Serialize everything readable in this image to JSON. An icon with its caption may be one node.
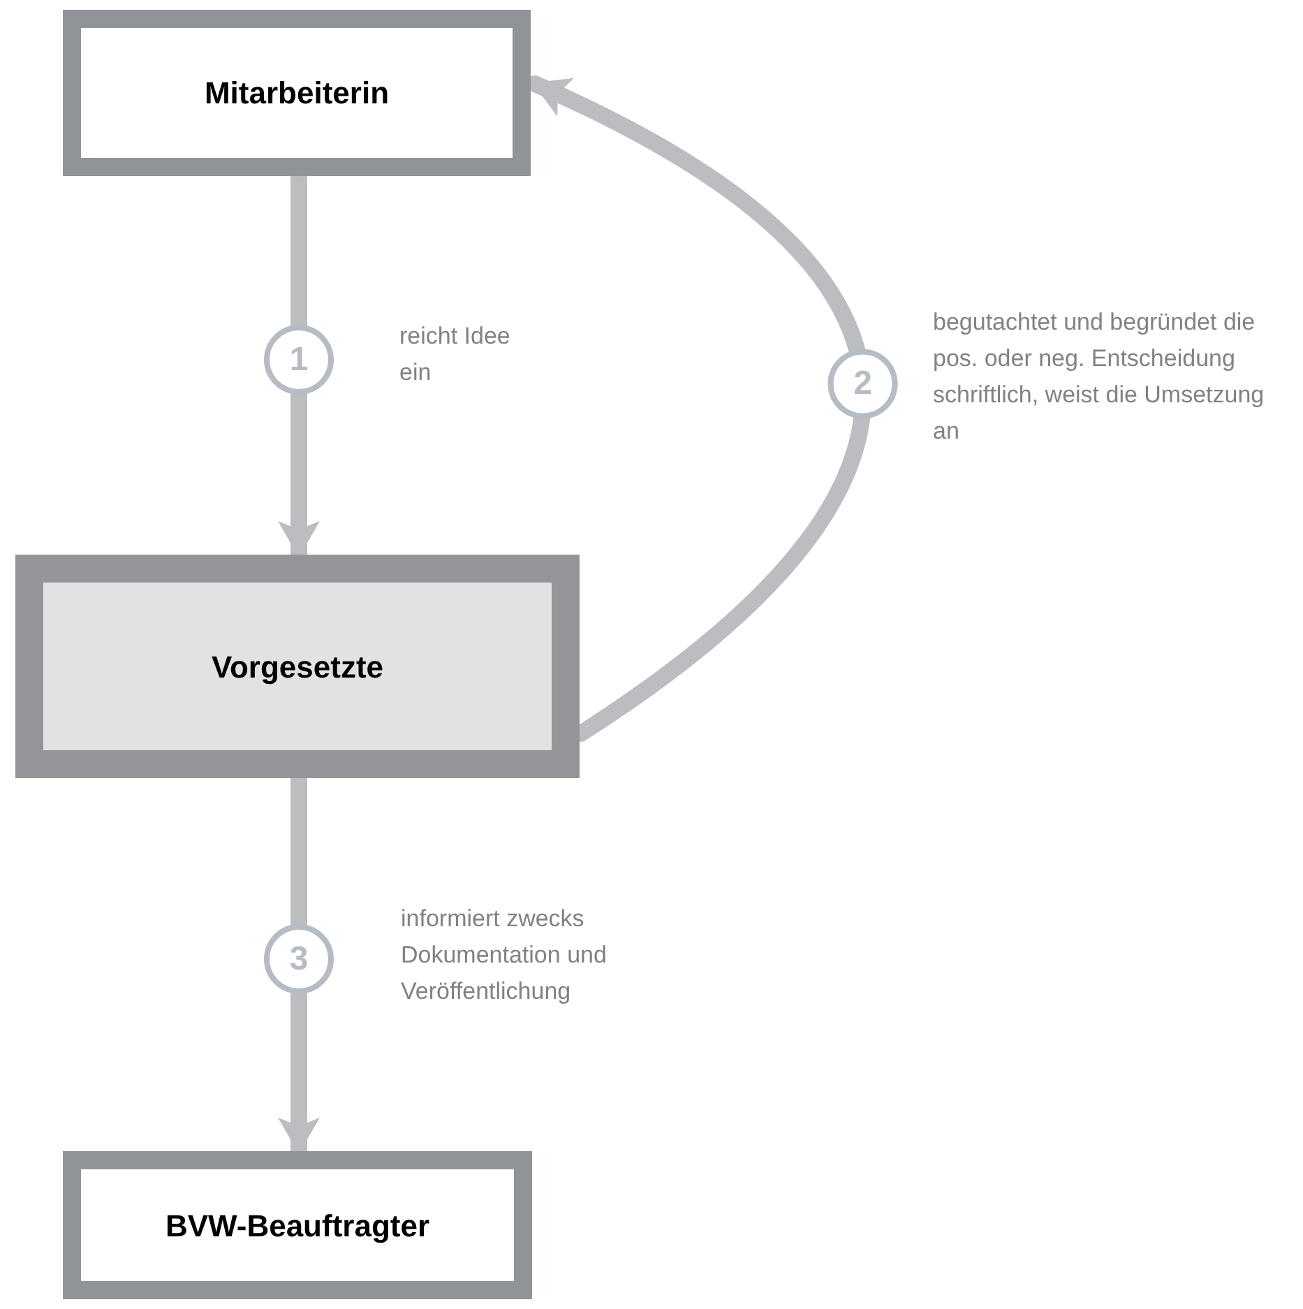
{
  "diagram": {
    "nodes": [
      {
        "text": [
          "Mitarbeiterin"
        ]
      },
      {
        "text": [
          "Vorgesetzte"
        ]
      },
      {
        "text": [
          "BVW-Beauftragter"
        ]
      }
    ],
    "edges": [
      {
        "from": 0,
        "to": 1,
        "arrow": "to",
        "label": "1"
      },
      {
        "from": 1,
        "to": 0,
        "arrow": "to",
        "label": "2"
      },
      {
        "from": 1,
        "to": 2,
        "arrow": "to",
        "label": "3"
      }
    ],
    "labels": [
      "reicht Idee ein",
      "begutachtet und begründet die pos. oder neg. Entscheidung schriftlich, weist die Umsetzung an",
      "informiert zwecks Dokumentation und Veröffentlichung"
    ]
  }
}
